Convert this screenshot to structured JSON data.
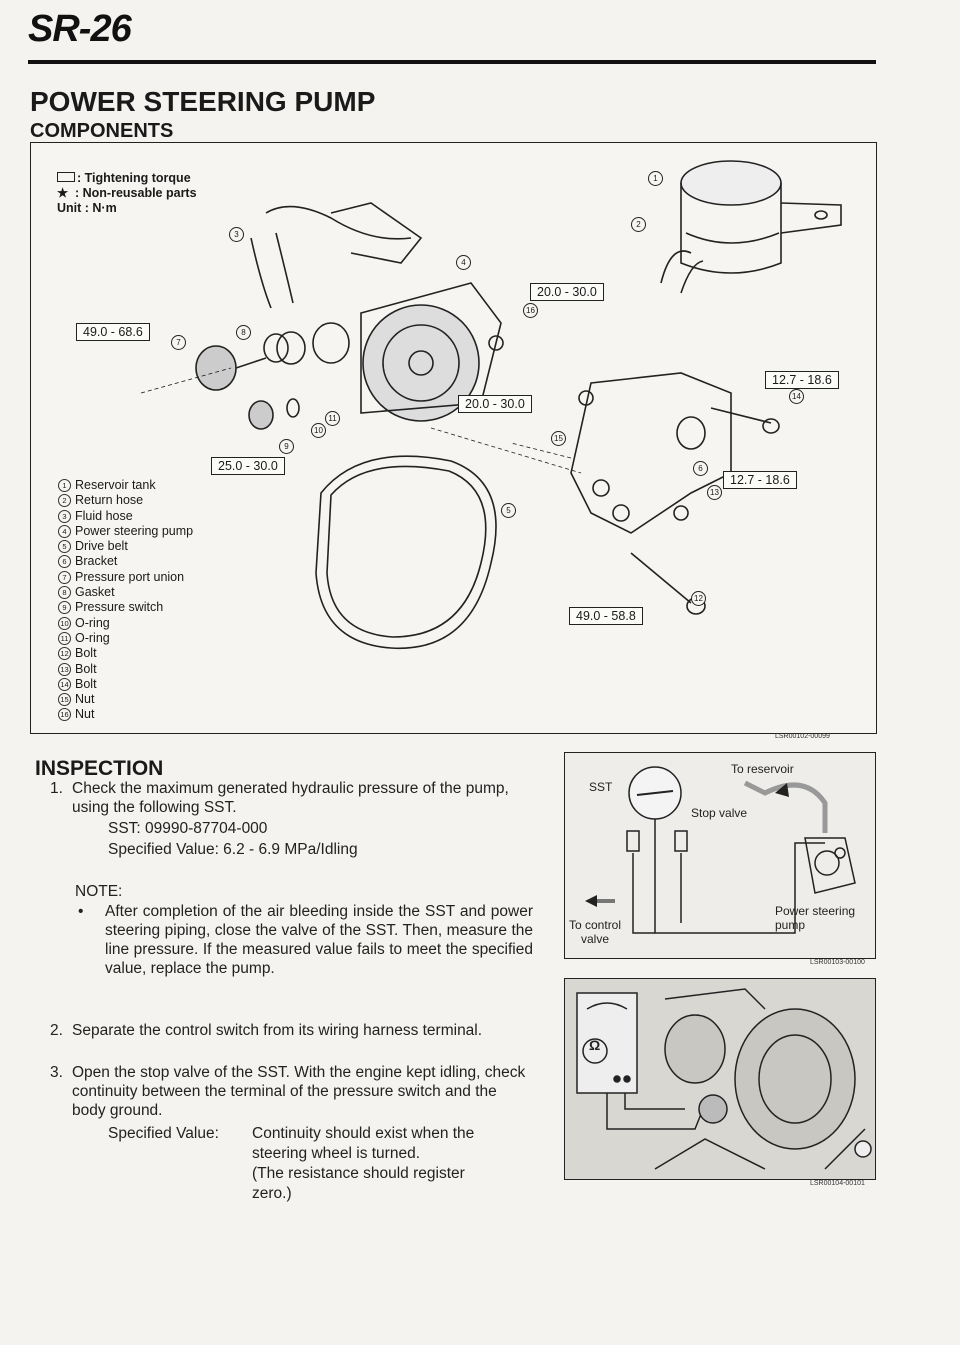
{
  "page": {
    "number": "SR-26"
  },
  "header": {
    "title": "POWER STEERING PUMP",
    "subtitle": "COMPONENTS"
  },
  "legend": {
    "torque": ": Tightening torque",
    "reusable_symbol": "★",
    "reusable": ": Non-reusable parts",
    "unit": "Unit : N·m"
  },
  "torque_values": {
    "t1": "49.0 - 68.6",
    "t2": "20.0 - 30.0",
    "t3": "20.0 - 30.0",
    "t4": "12.7 - 18.6",
    "t5": "25.0 - 30.0",
    "t6": "12.7 - 18.6",
    "t7": "49.0 - 58.8"
  },
  "parts": [
    {
      "n": "1",
      "label": "Reservoir tank"
    },
    {
      "n": "2",
      "label": "Return hose"
    },
    {
      "n": "3",
      "label": "Fluid hose"
    },
    {
      "n": "4",
      "label": "Power steering pump"
    },
    {
      "n": "5",
      "label": "Drive belt"
    },
    {
      "n": "6",
      "label": "Bracket"
    },
    {
      "n": "7",
      "label": "Pressure port union"
    },
    {
      "n": "8",
      "label": "Gasket"
    },
    {
      "n": "9",
      "label": "Pressure switch"
    },
    {
      "n": "10",
      "label": "O-ring"
    },
    {
      "n": "11",
      "label": "O-ring"
    },
    {
      "n": "12",
      "label": "Bolt"
    },
    {
      "n": "13",
      "label": "Bolt"
    },
    {
      "n": "14",
      "label": "Bolt"
    },
    {
      "n": "15",
      "label": "Nut"
    },
    {
      "n": "16",
      "label": "Nut"
    }
  ],
  "diagram_code": "LSR00102-00099",
  "inspection": {
    "title": "INSPECTION",
    "step1_num": "1.",
    "step1_text": "Check the maximum generated hydraulic pressure of the pump, using the following SST.",
    "sst_line": "SST:  09990-87704-000",
    "spec_line": "Specified Value:   6.2 - 6.9 MPa/Idling",
    "note_label": "NOTE:",
    "note_bullet": "After completion of the air bleeding inside the SST and power steering piping, close the valve of the SST. Then, measure the line pressure. If the measured value fails to meet the specified value, replace the pump.",
    "step2_num": "2.",
    "step2_text": "Separate the control switch from its wiring harness terminal.",
    "step3_num": "3.",
    "step3_text": "Open the stop valve of the SST. With the engine kept idling, check continuity between the terminal of the pressure switch and the body ground.",
    "spec2_label": "Specified Value:",
    "spec2_l1": "Continuity should exist when the",
    "spec2_l2": "steering wheel is turned.",
    "spec2_l3": "(The resistance should register",
    "spec2_l4": "zero.)"
  },
  "fig1": {
    "sst": "SST",
    "to_reservoir": "To reservoir",
    "stop_valve": "Stop valve",
    "to_control": "To control",
    "valve": "valve",
    "ps1": "Power steering",
    "ps2": "pump",
    "code": "LSR00103-00100"
  },
  "fig2": {
    "ohm": "Ω",
    "code": "LSR00104-00101"
  }
}
